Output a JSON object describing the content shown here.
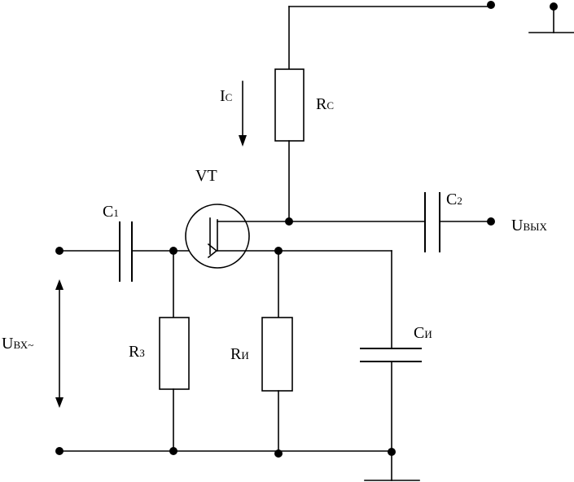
{
  "labels": {
    "ic_main": "I",
    "ic_sub": "C",
    "rc_main": "R",
    "rc_sub": "C",
    "vt": "VT",
    "c1_main": "C",
    "c1_sub": "1",
    "c2_main": "C",
    "c2_sub": "2",
    "uvyh_main": "U",
    "uvyh_sub": "ВЫХ",
    "uvx_main": "U",
    "uvx_sub": "ВХ~",
    "rz_main": "R",
    "rz_sub": "З",
    "ri_main": "R",
    "ri_sub": "И",
    "ci_main": "C",
    "ci_sub": "И"
  }
}
